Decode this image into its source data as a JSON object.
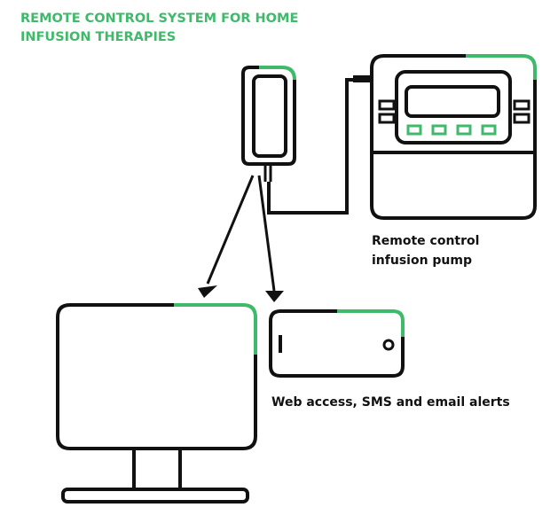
{
  "title": {
    "line1": "REMOTE CONTROL SYSTEM FOR HOME",
    "line2": "INFUSION THERAPIES"
  },
  "captions": {
    "pump_line1": "Remote control",
    "pump_line2": "infusion pump",
    "web": "Web access, SMS and email alerts"
  },
  "colors": {
    "accent": "#3fba6a",
    "stroke": "#111111"
  },
  "icons": [
    "pump-icon",
    "controller-icon",
    "monitor-icon",
    "phone-icon"
  ]
}
